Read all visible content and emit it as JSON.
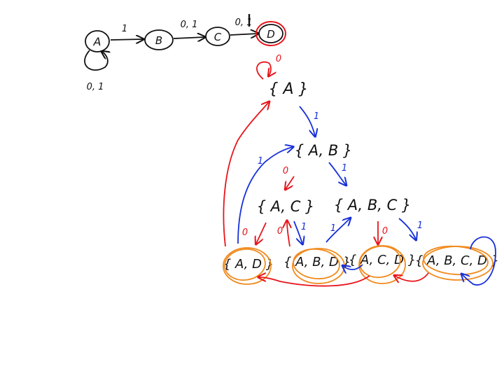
{
  "colors": {
    "ink": "#111111",
    "zero_transition": "#e8141b",
    "one_transition": "#1730d9",
    "accepting_highlight": "#f08a1c",
    "background": "#ffffff"
  },
  "nfa": {
    "states": [
      {
        "id": "A",
        "label": "A"
      },
      {
        "id": "B",
        "label": "B"
      },
      {
        "id": "C",
        "label": "C"
      },
      {
        "id": "D",
        "label": "D",
        "accepting": true
      }
    ],
    "self_loop_label": "0, 1",
    "transitions": [
      {
        "from": "A",
        "to": "B",
        "label": "1"
      },
      {
        "from": "B",
        "to": "C",
        "label": "0, 1"
      },
      {
        "from": "C",
        "to": "D",
        "label": "0, 1"
      }
    ]
  },
  "dfa": {
    "states": [
      {
        "id": "s_a",
        "label": "{ A }"
      },
      {
        "id": "s_ab",
        "label": "{ A, B }"
      },
      {
        "id": "s_ac",
        "label": "{ A, C }"
      },
      {
        "id": "s_abc",
        "label": "{ A, B, C }"
      },
      {
        "id": "s_ad",
        "label": "{ A, D }",
        "accepting": true
      },
      {
        "id": "s_abd",
        "label": "{ A, B, D }",
        "accepting": true
      },
      {
        "id": "s_acd",
        "label": "{ A, C, D }",
        "accepting": true
      },
      {
        "id": "s_abcd",
        "label": "{ A, B, C, D }",
        "accepting": true
      }
    ],
    "edge_labels": {
      "zero": "0",
      "one": "1"
    }
  }
}
